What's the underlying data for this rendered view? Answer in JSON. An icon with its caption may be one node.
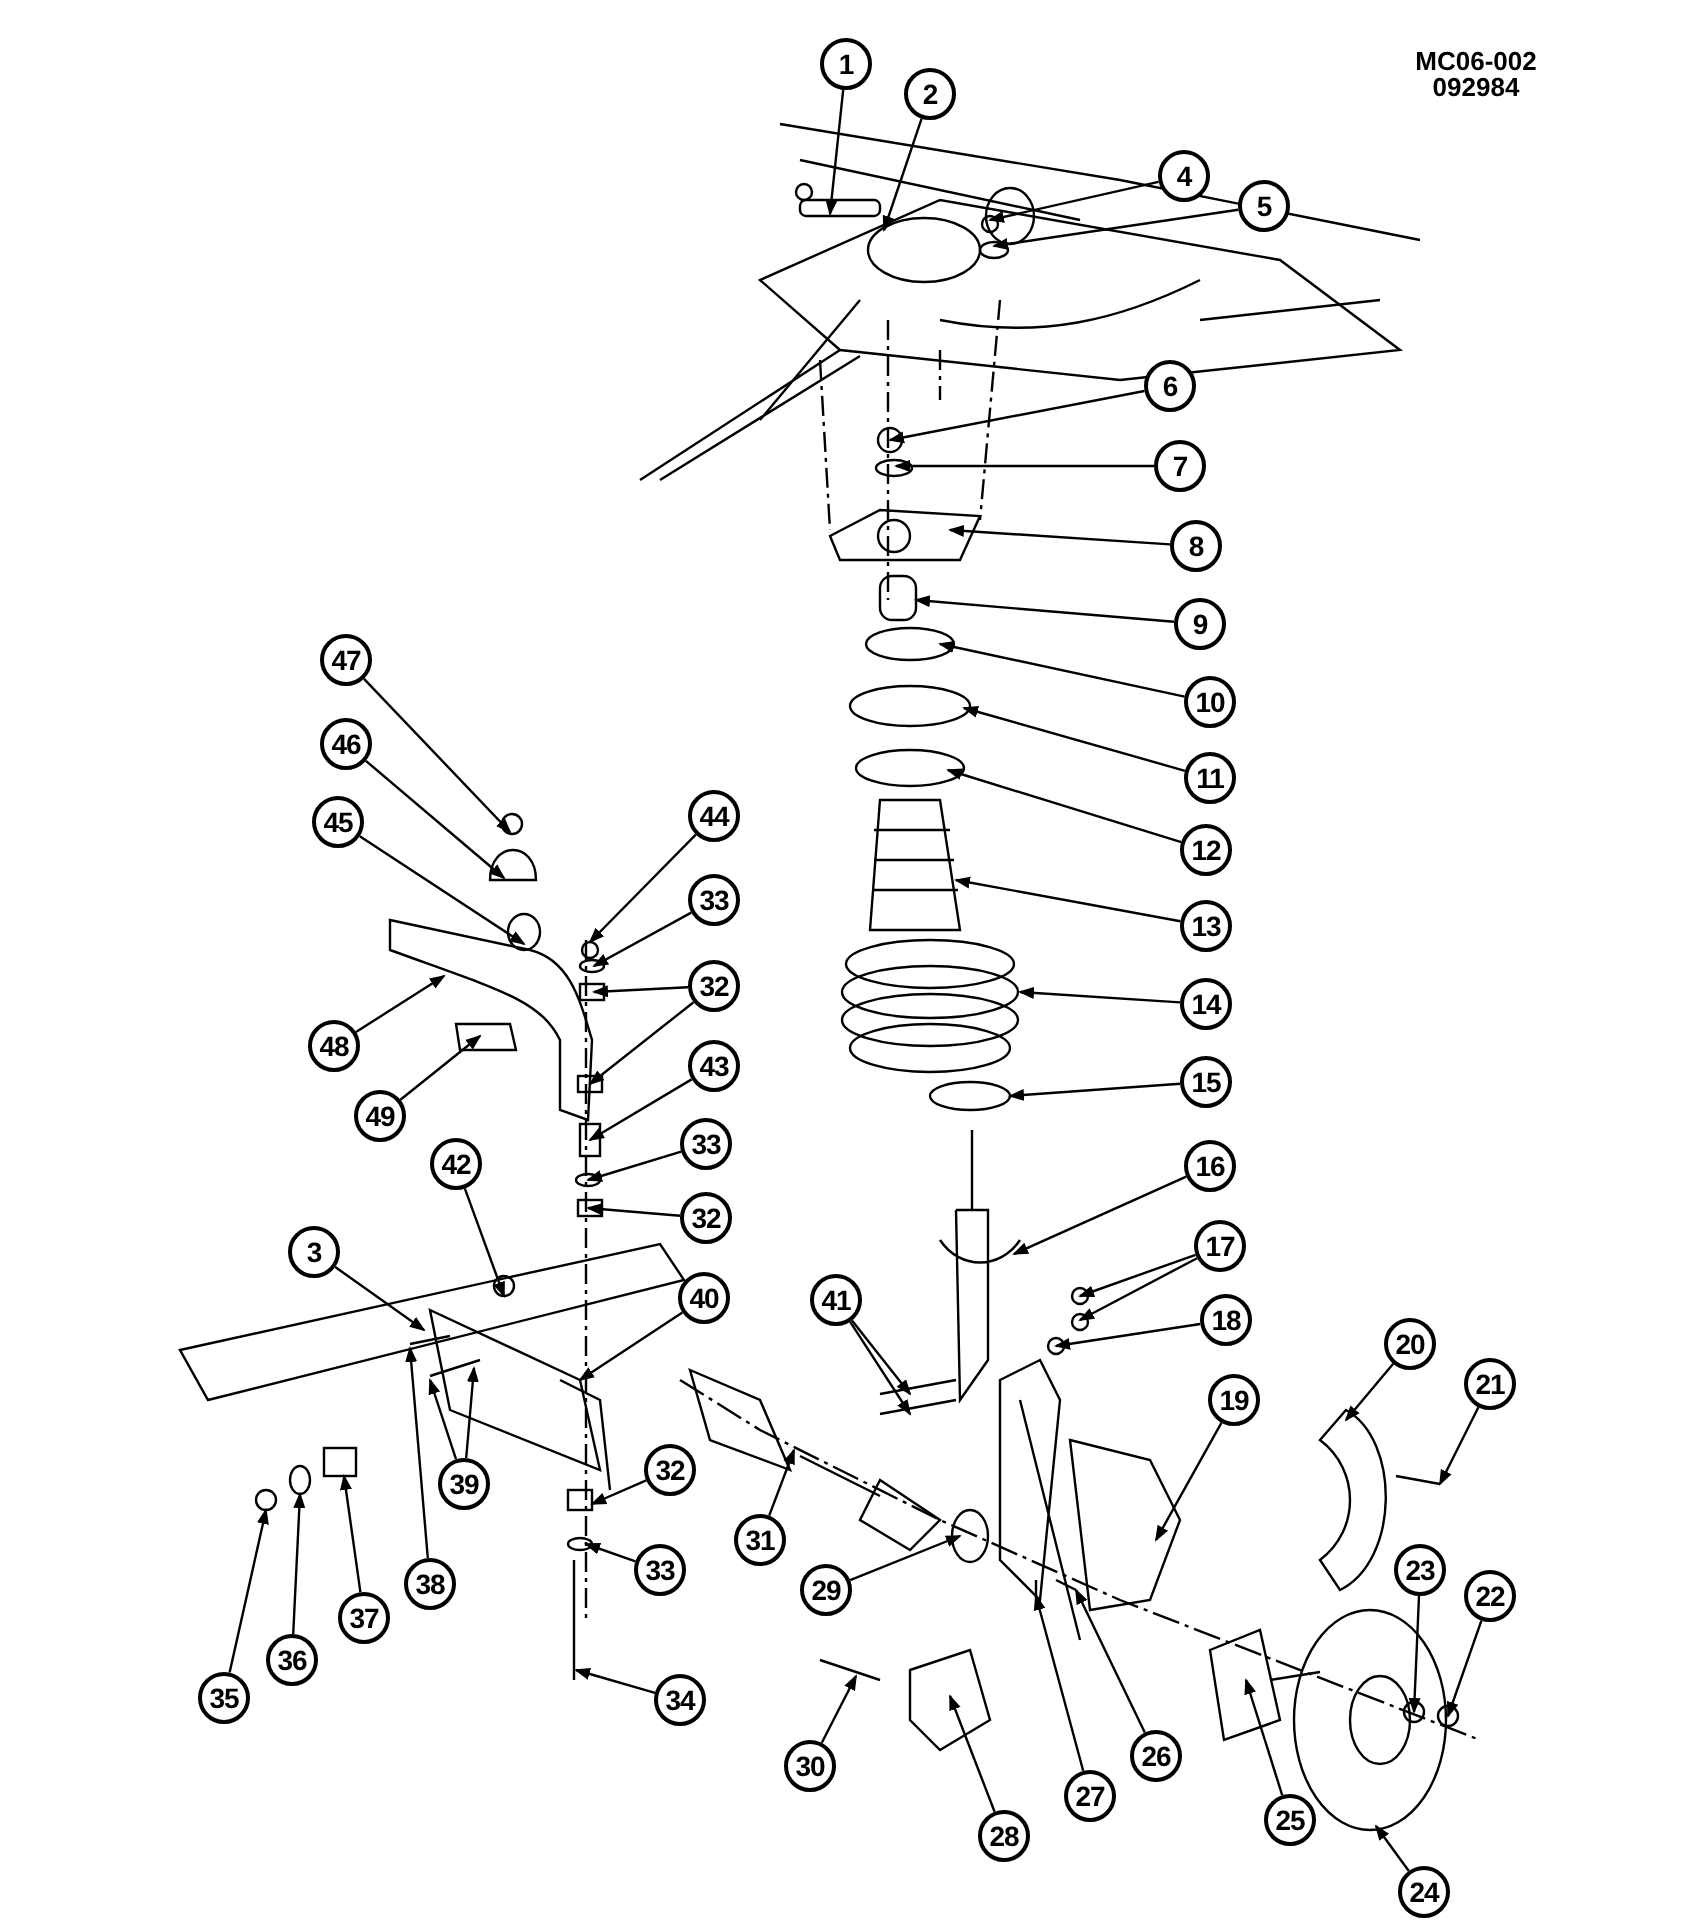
{
  "diagram": {
    "nodes": [
      {
        "text": [
          "1"
        ]
      },
      {
        "text": [
          "2"
        ]
      },
      {
        "text": [
          "3"
        ]
      },
      {
        "text": [
          "4"
        ]
      },
      {
        "text": [
          "5"
        ]
      },
      {
        "text": [
          "6"
        ]
      },
      {
        "text": [
          "7"
        ]
      },
      {
        "text": [
          "8"
        ]
      },
      {
        "text": [
          "9"
        ]
      },
      {
        "text": [
          "10"
        ]
      },
      {
        "text": [
          "11"
        ]
      },
      {
        "text": [
          "12"
        ]
      },
      {
        "text": [
          "13"
        ]
      },
      {
        "text": [
          "14"
        ]
      },
      {
        "text": [
          "15"
        ]
      },
      {
        "text": [
          "16"
        ]
      },
      {
        "text": [
          "17"
        ]
      },
      {
        "text": [
          "18"
        ]
      },
      {
        "text": [
          "19"
        ]
      },
      {
        "text": [
          "20"
        ]
      },
      {
        "text": [
          "21"
        ]
      },
      {
        "text": [
          "22"
        ]
      },
      {
        "text": [
          "23"
        ]
      },
      {
        "text": [
          "24"
        ]
      },
      {
        "text": [
          "25"
        ]
      },
      {
        "text": [
          "26"
        ]
      },
      {
        "text": [
          "27"
        ]
      },
      {
        "text": [
          "28"
        ]
      },
      {
        "text": [
          "29"
        ]
      },
      {
        "text": [
          "30"
        ]
      },
      {
        "text": [
          "31"
        ]
      },
      {
        "text": [
          "32"
        ]
      },
      {
        "text": [
          "32"
        ]
      },
      {
        "text": [
          "32"
        ]
      },
      {
        "text": [
          "33"
        ]
      },
      {
        "text": [
          "33"
        ]
      },
      {
        "text": [
          "33"
        ]
      },
      {
        "text": [
          "34"
        ]
      },
      {
        "text": [
          "35"
        ]
      },
      {
        "text": [
          "36"
        ]
      },
      {
        "text": [
          "37"
        ]
      },
      {
        "text": [
          "38"
        ]
      },
      {
        "text": [
          "39"
        ]
      },
      {
        "text": [
          "40"
        ]
      },
      {
        "text": [
          "41"
        ]
      },
      {
        "text": [
          "42"
        ]
      },
      {
        "text": [
          "43"
        ]
      },
      {
        "text": [
          "44"
        ]
      },
      {
        "text": [
          "45"
        ]
      },
      {
        "text": [
          "46"
        ]
      },
      {
        "text": [
          "47"
        ]
      },
      {
        "text": [
          "48"
        ]
      },
      {
        "text": [
          "49"
        ]
      }
    ],
    "edges": [
      {
        "from": 0,
        "to": null,
        "arrow": "to"
      },
      {
        "from": 1,
        "to": null,
        "arrow": "to"
      },
      {
        "from": 2,
        "to": null,
        "arrow": "to"
      },
      {
        "from": 3,
        "to": null,
        "arrow": "to"
      },
      {
        "from": 4,
        "to": null,
        "arrow": "to"
      },
      {
        "from": 5,
        "to": null,
        "arrow": "to"
      },
      {
        "from": 6,
        "to": null,
        "arrow": "to"
      },
      {
        "from": 7,
        "to": null,
        "arrow": "to"
      },
      {
        "from": 8,
        "to": null,
        "arrow": "to"
      },
      {
        "from": 9,
        "to": null,
        "arrow": "to"
      },
      {
        "from": 10,
        "to": null,
        "arrow": "to"
      },
      {
        "from": 11,
        "to": null,
        "arrow": "to"
      },
      {
        "from": 12,
        "to": null,
        "arrow": "to"
      },
      {
        "from": 13,
        "to": null,
        "arrow": "to"
      },
      {
        "from": 14,
        "to": null,
        "arrow": "to"
      },
      {
        "from": 15,
        "to": null,
        "arrow": "to"
      },
      {
        "from": 16,
        "to": null,
        "arrow": "to"
      },
      {
        "from": 16,
        "to": null,
        "arrow": "to"
      },
      {
        "from": 17,
        "to": null,
        "arrow": "to"
      },
      {
        "from": 18,
        "to": null,
        "arrow": "to"
      },
      {
        "from": 19,
        "to": null,
        "arrow": "to"
      },
      {
        "from": 20,
        "to": null,
        "arrow": "to"
      },
      {
        "from": 21,
        "to": null,
        "arrow": "to"
      },
      {
        "from": 22,
        "to": null,
        "arrow": "to"
      },
      {
        "from": 23,
        "to": null,
        "arrow": "to"
      },
      {
        "from": 24,
        "to": null,
        "arrow": "to"
      },
      {
        "from": 25,
        "to": null,
        "arrow": "to"
      },
      {
        "from": 26,
        "to": null,
        "arrow": "to"
      },
      {
        "from": 27,
        "to": null,
        "arrow": "to"
      },
      {
        "from": 28,
        "to": null,
        "arrow": "to"
      },
      {
        "from": 29,
        "to": null,
        "arrow": "to"
      },
      {
        "from": 30,
        "to": null,
        "arrow": "to"
      },
      {
        "from": 31,
        "to": null,
        "arrow": "to"
      },
      {
        "from": 31,
        "to": null,
        "arrow": "to"
      },
      {
        "from": 32,
        "to": null,
        "arrow": "to"
      },
      {
        "from": 33,
        "to": null,
        "arrow": "to"
      },
      {
        "from": 34,
        "to": null,
        "arrow": "to"
      },
      {
        "from": 35,
        "to": null,
        "arrow": "to"
      },
      {
        "from": 36,
        "to": null,
        "arrow": "to"
      },
      {
        "from": 37,
        "to": null,
        "arrow": "to"
      },
      {
        "from": 38,
        "to": null,
        "arrow": "to"
      },
      {
        "from": 39,
        "to": null,
        "arrow": "to"
      },
      {
        "from": 40,
        "to": null,
        "arrow": "to"
      },
      {
        "from": 41,
        "to": null,
        "arrow": "to"
      },
      {
        "from": 42,
        "to": null,
        "arrow": "to"
      },
      {
        "from": 42,
        "to": null,
        "arrow": "to"
      },
      {
        "from": 43,
        "to": null,
        "arrow": "to"
      },
      {
        "from": 44,
        "to": null,
        "arrow": "to"
      },
      {
        "from": 44,
        "to": null,
        "arrow": "to"
      },
      {
        "from": 45,
        "to": null,
        "arrow": "to"
      },
      {
        "from": 46,
        "to": null,
        "arrow": "to"
      },
      {
        "from": 47,
        "to": null,
        "arrow": "to"
      },
      {
        "from": 48,
        "to": null,
        "arrow": "to"
      },
      {
        "from": 49,
        "to": null,
        "arrow": "to"
      },
      {
        "from": 50,
        "to": null,
        "arrow": "to"
      },
      {
        "from": 51,
        "to": null,
        "arrow": "to"
      },
      {
        "from": 52,
        "to": null,
        "arrow": "to"
      }
    ],
    "labels": [
      "MC06-002",
      "092984"
    ]
  }
}
